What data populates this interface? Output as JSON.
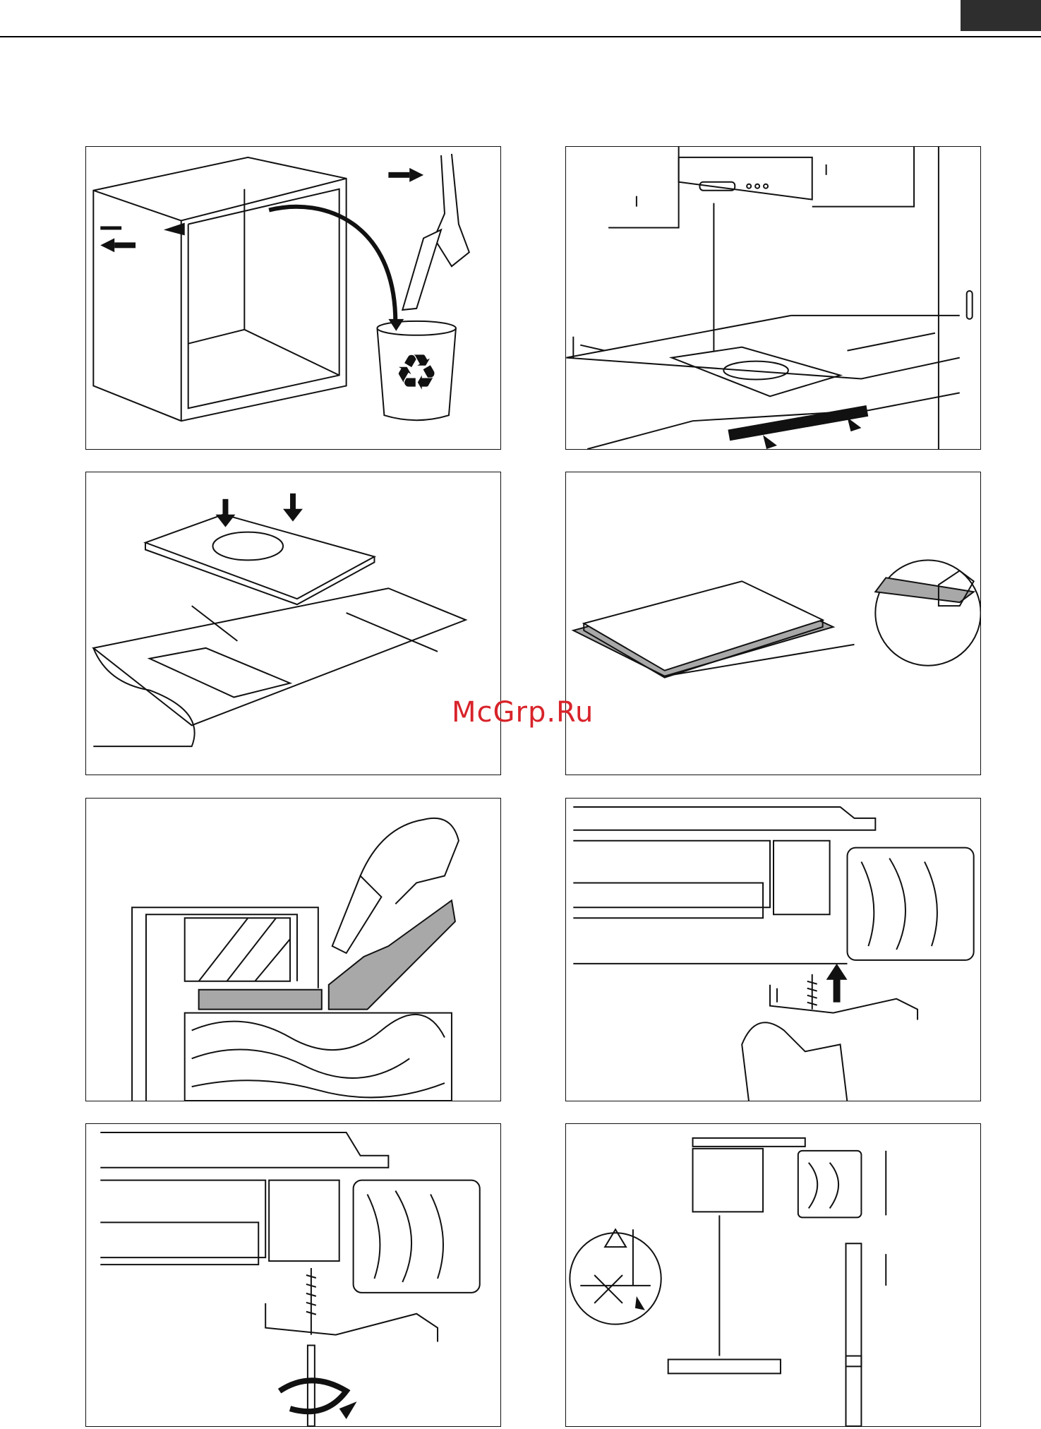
{
  "page": {
    "watermark": "McGrp.Ru",
    "colors": {
      "ink": "#111111",
      "tab": "#2e2e2e",
      "gray": "#a8a8a8",
      "watermark": "#d8232a"
    }
  },
  "panels": [
    {
      "id": "cabinet-remove-rail",
      "icons": [
        "recycle-bin-icon",
        "arrow-icon",
        "hand-icon"
      ]
    },
    {
      "id": "hood-clearance",
      "icons": [
        "range-hood-icon",
        "hob-outline-icon",
        "arrow-icon"
      ]
    },
    {
      "id": "hob-cutout",
      "icons": [
        "hob-icon",
        "worktop-icon",
        "arrow-down-icon"
      ]
    },
    {
      "id": "seal-strip",
      "icons": [
        "hob-icon",
        "magnifier-detail-icon",
        "hand-icon"
      ]
    },
    {
      "id": "trim-seal",
      "icons": [
        "knife-icon",
        "hand-icon",
        "wood-section-icon"
      ]
    },
    {
      "id": "insert-bracket",
      "icons": [
        "bracket-icon",
        "screw-icon",
        "arrow-up-icon",
        "hand-icon"
      ]
    },
    {
      "id": "tighten-screw",
      "icons": [
        "screwdriver-icon",
        "rotate-icon",
        "bracket-icon"
      ]
    },
    {
      "id": "clearance-warning",
      "icons": [
        "warning-icon",
        "cross-icon",
        "wood-section-icon"
      ]
    }
  ]
}
